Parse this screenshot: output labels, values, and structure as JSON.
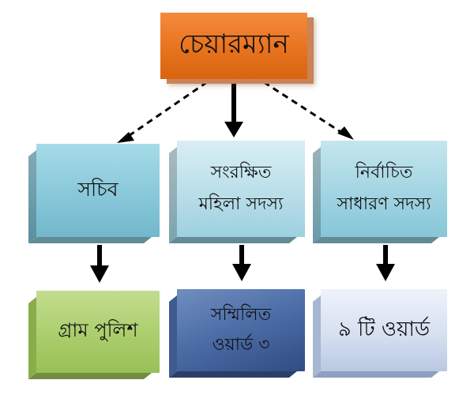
{
  "chairman": {
    "label": "চেয়ারম্যান"
  },
  "secretary": {
    "label": "সচিব"
  },
  "reserved_women_members": {
    "line1": "সংরক্ষিত",
    "line2": "মহিলা সদস্য"
  },
  "elected_general_members": {
    "line1": "নির্বাচিত",
    "line2": "সাধারণ সদস্য"
  },
  "village_police": {
    "label": "গ্রাম পুলিশ"
  },
  "combined_wards": {
    "line1": "সম্মিলিত",
    "line2": "ওয়ার্ড ৩"
  },
  "nine_wards": {
    "label": "৯ টি ওয়ার্ড"
  },
  "colors": {
    "chairman": "#e8731e",
    "secretary": "#86c6d8",
    "reserved": "#b7dde8",
    "elected": "#9fd3e1",
    "village_police": "#a9cc6a",
    "combined_wards": "#4e6ea8",
    "nine_wards": "#d6e0f0"
  },
  "connectors": [
    {
      "from": "chairman",
      "to": "secretary",
      "style": "dashed"
    },
    {
      "from": "chairman",
      "to": "reserved_women_members",
      "style": "solid"
    },
    {
      "from": "chairman",
      "to": "elected_general_members",
      "style": "dashed"
    },
    {
      "from": "secretary",
      "to": "village_police",
      "style": "solid"
    },
    {
      "from": "reserved_women_members",
      "to": "combined_wards",
      "style": "solid"
    },
    {
      "from": "elected_general_members",
      "to": "nine_wards",
      "style": "solid"
    }
  ]
}
